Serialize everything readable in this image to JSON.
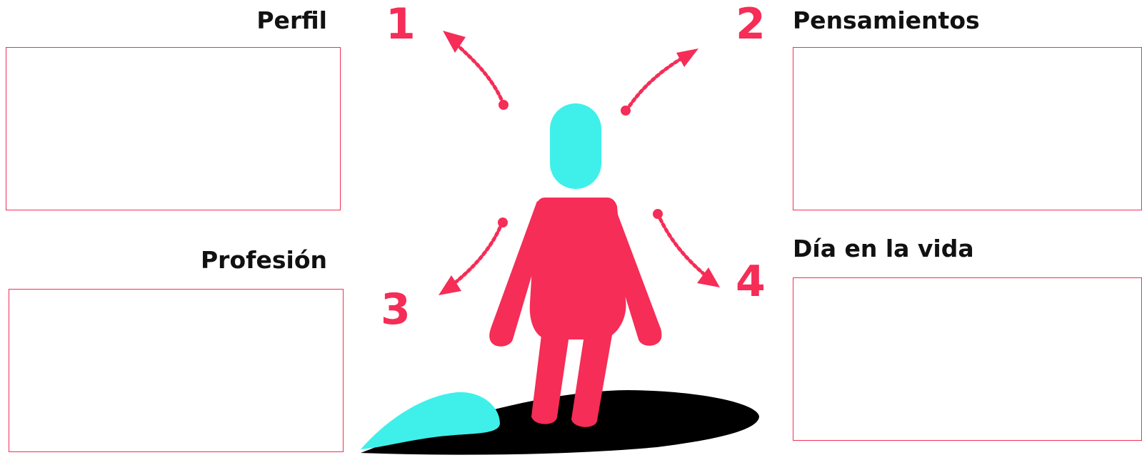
{
  "colors": {
    "accent": "#f52d57",
    "figure_head": "#3ff0ea",
    "shadow": "#000000",
    "text": "#111111"
  },
  "sections": {
    "profile": {
      "title": "Perfil",
      "number": "1"
    },
    "thoughts": {
      "title": "Pensamientos",
      "number": "2"
    },
    "profession": {
      "title": "Profesión",
      "number": "3"
    },
    "day_in_life": {
      "title": "Día en la vida",
      "number": "4"
    }
  },
  "icons": {
    "person": "person-icon",
    "arrows": "dotted-curved-arrow-icon"
  }
}
